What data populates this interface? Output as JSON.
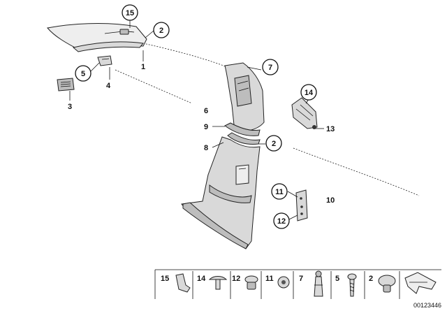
{
  "callouts": {
    "c15": "15",
    "c2a": "2",
    "c5": "5",
    "c7": "7",
    "c14": "14",
    "c2b": "2",
    "c11": "11",
    "c12": "12"
  },
  "labels": {
    "l1": "1",
    "l4": "4",
    "l3": "3",
    "l6": "6",
    "l9": "9",
    "l8": "8",
    "l13": "13",
    "l10": "10"
  },
  "legend": {
    "items": [
      "15",
      "14",
      "12",
      "11",
      "7",
      "5",
      "2"
    ]
  },
  "diagram_number": "00123446"
}
